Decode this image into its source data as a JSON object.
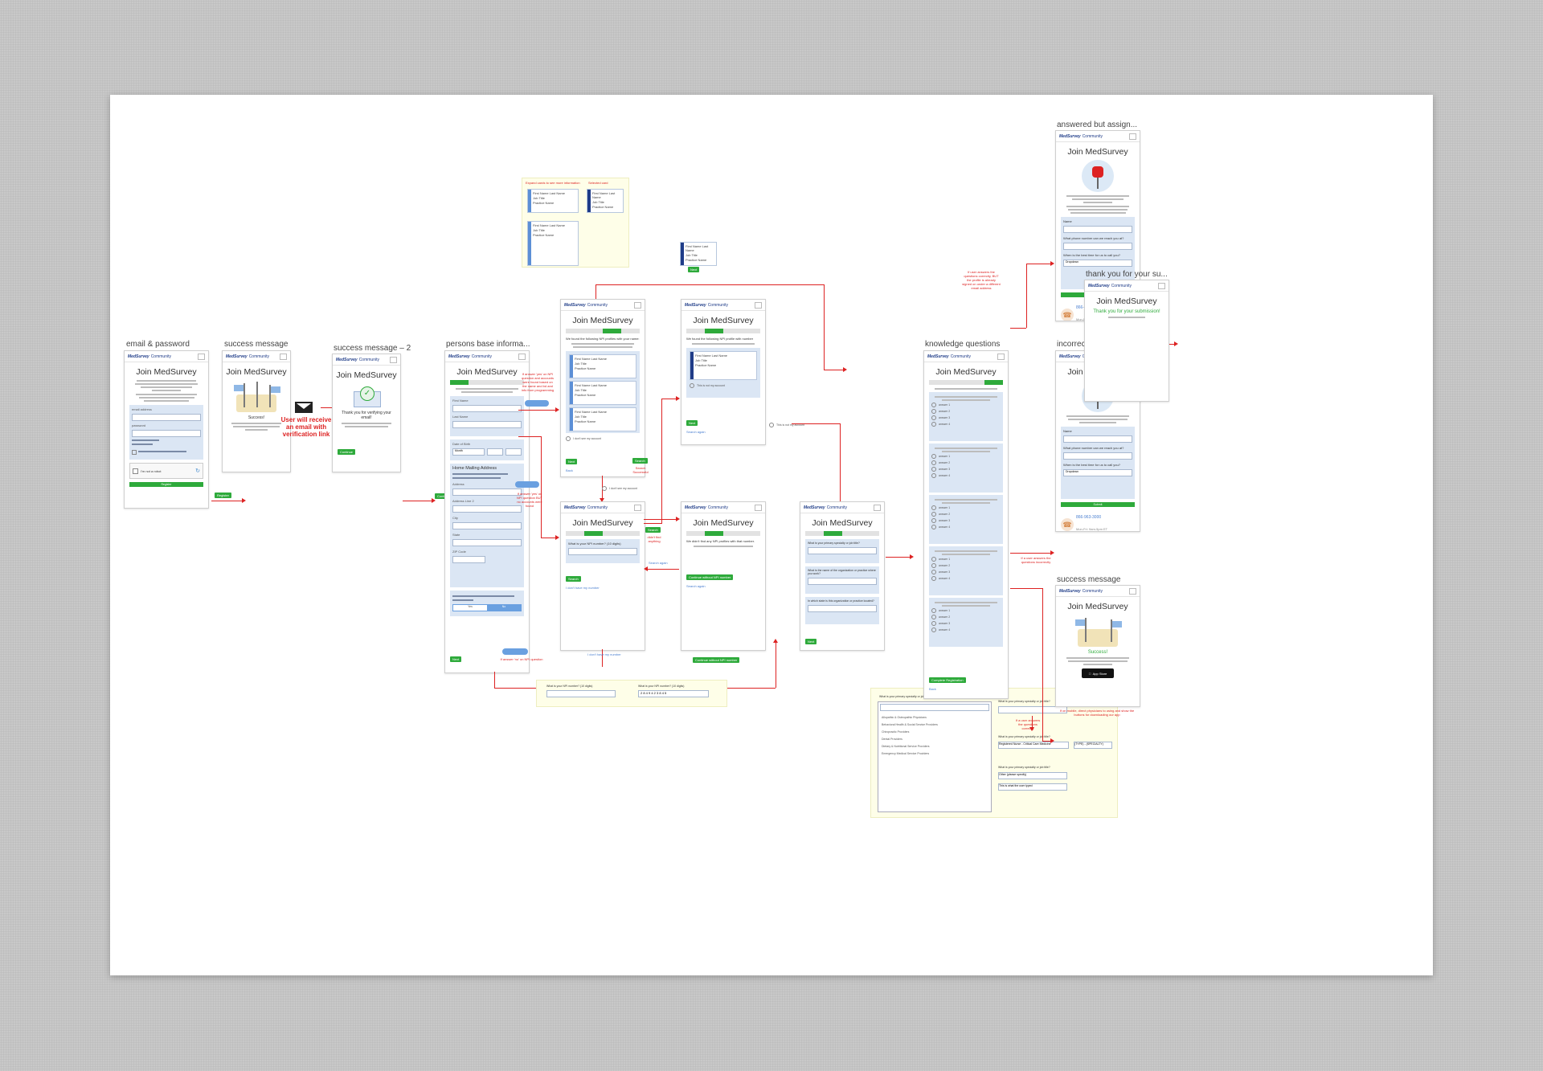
{
  "brand": {
    "logo": "MedSurvey",
    "community": "Community"
  },
  "frame_title": "Join MedSurvey",
  "labels": {
    "email_password": "email & password",
    "success_message": "success message",
    "success_message_2": "success message – 2",
    "persons_base": "persons base informa...",
    "knowledge": "knowledge questions",
    "answered": "answered but assign...",
    "incorrect": "incorrect answers",
    "success_message_right": "success message",
    "thank_you": "thank you for your su..."
  },
  "buttons": {
    "register": "Register",
    "continue": "Continue",
    "next": "Next",
    "search": "Search",
    "continue_without_npi": "Continue without NPI number",
    "complete_registration": "Complete Registration",
    "submit": "Submit",
    "yes": "Yes",
    "no": "No"
  },
  "fields": {
    "email_address": "email address",
    "password": "password",
    "first_name": "First Name",
    "last_name": "Last Name",
    "date_of_birth": "Date of Birth",
    "month": "Month",
    "home_mailing_address": "Home Mailing Address",
    "address": "Address",
    "address_line_2": "Address Line 2",
    "city": "City",
    "state": "State",
    "zip_code": "ZIP Code",
    "name": "Name",
    "phone_question": "What phone number can we reach you at?",
    "best_time": "When is the best time for us to call you?",
    "dropdown": "Dropdown"
  },
  "captcha": "I'm not a robot",
  "texts": {
    "success": "Success!",
    "thank_verify": "Thank you for verifying your email!",
    "user_receive_email": "User will receive an email with verification link",
    "npi_question": "What is your NPI number? (10 digits)",
    "npi_found": "We found the following NPI profiles with your name:",
    "npi_found_number": "We found the following NPI profile with number",
    "npi_not_found": "We didn't find any NPI profiles with that number.",
    "not_my_account": "I don't see my account",
    "this_is_not": "This is not my account",
    "i_dont_have_number": "I don't have my number",
    "search_again": "Search again",
    "back": "Back",
    "thank_you_submission": "Thank you for your submission!",
    "phone": "866-963-3000",
    "hours": "Mon-Fri: 9am-5pm ET",
    "app_store": "App Store",
    "specialty_q": "What is your primary specialty or job title?",
    "org_q": "What is the name of the organization or practice where you work?",
    "state_q": "In which state is this organization or practice located?",
    "npi_example": "2 8 4 9 4 2 3 8 4 5"
  },
  "card": {
    "name": "First Name Last Name",
    "title": "Job Title",
    "practice": "Practice Name"
  },
  "annotations": {
    "expand_cards": "Expand cards to see more information",
    "selected_card": "Selected card",
    "if_answer_yes": "If answer 'yes' on NPI question and accounts were found based on the name and bd and info from programming",
    "if_answer_yes2": "If answer 'yes' on NPI question BUT no accounts were found",
    "if_answer_no": "If answer 'no' on NPI question",
    "search_success": "Search Successful",
    "didnt_find": "didn't find anything",
    "correct_assigned": "If user answers the questions correctly, BUT the profile is already signed on under a different email address",
    "incorrect_note": "If a user answers the questions incorrectly",
    "correct_note": "If a user answers the questions correctly",
    "app_note": "If on mobile, direct physicians to using and show the buttons for downloading our app"
  },
  "radio_answers": [
    "answer 1",
    "answer 2",
    "answer 3",
    "answer 4"
  ],
  "specialties": [
    "Allopathic & Osteopathic Physicians",
    "Behavioral Health & Social Service Providers",
    "Chiropractic Providers",
    "Dental Providers",
    "Dietary & Nutritional Service Providers",
    "Emergency Medical Service Providers"
  ],
  "specialty_values": {
    "selected": "Registered Nurse - Critical Care Medicine",
    "code": "(TYPE) - (SPECIALTY)",
    "other": "Other (please specify)",
    "typed": "This is what the user typed"
  },
  "colors": {
    "accent_green": "#2eaa3b",
    "arrow_red": "#dd2222",
    "panel_blue": "#dbe6f4",
    "brand_blue": "#1f3c88"
  }
}
